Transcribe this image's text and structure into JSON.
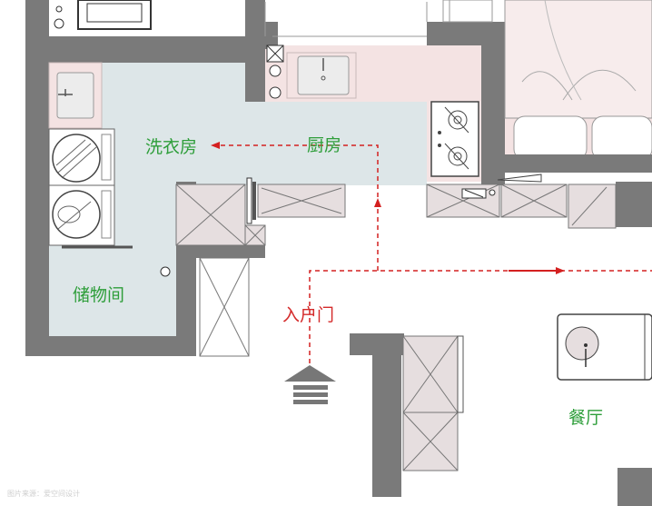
{
  "rooms": {
    "laundry": "洗衣房",
    "kitchen": "厨房",
    "storage": "储物间",
    "entrance": "入户门",
    "dining": "餐厅"
  },
  "watermark": "图片来源：爱空间设计",
  "colors": {
    "wall": "#7a7a7a",
    "floor_blue": "#dde6e8",
    "floor_pink": "#f4e3e3",
    "cabinet": "#e6dedf",
    "green_label": "#2e9e3a",
    "red_label": "#d42a2a",
    "path_red": "#d42020"
  },
  "icons": [
    "washing-machine-icon",
    "dryer-icon",
    "sink-icon",
    "gas-stove-icon",
    "bed-icon",
    "entry-arrow-icon",
    "dining-table-icon"
  ]
}
